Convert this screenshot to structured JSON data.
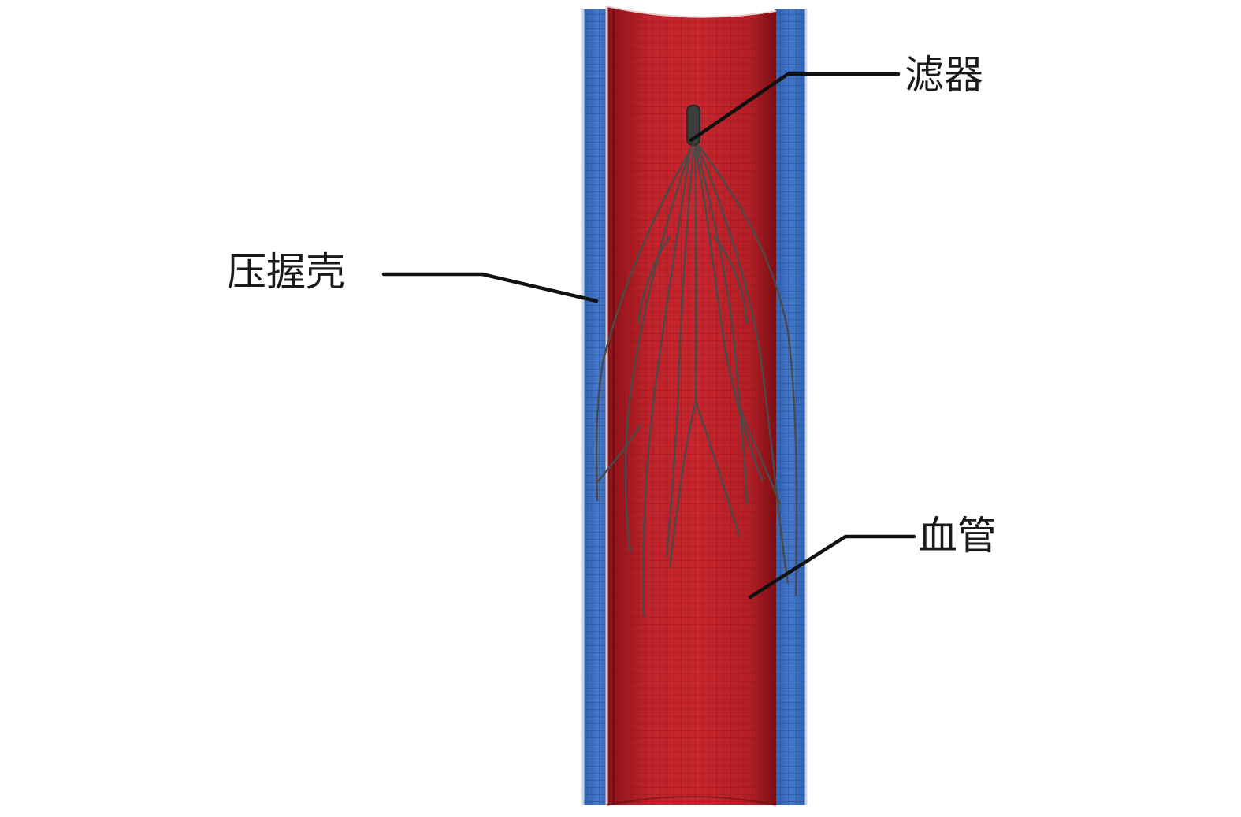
{
  "labels": {
    "filter": "滤器",
    "crimp_shell": "压握壳",
    "vessel": "血管"
  },
  "colors": {
    "crimp_shell": "#3f73c8",
    "crimp_shell_grid": "#24529a",
    "vessel": "#c0232b",
    "vessel_dark": "#8a1117",
    "vessel_grid": "#7e1016",
    "filter_wire": "#4a4a4a",
    "leader_line": "#111111"
  }
}
